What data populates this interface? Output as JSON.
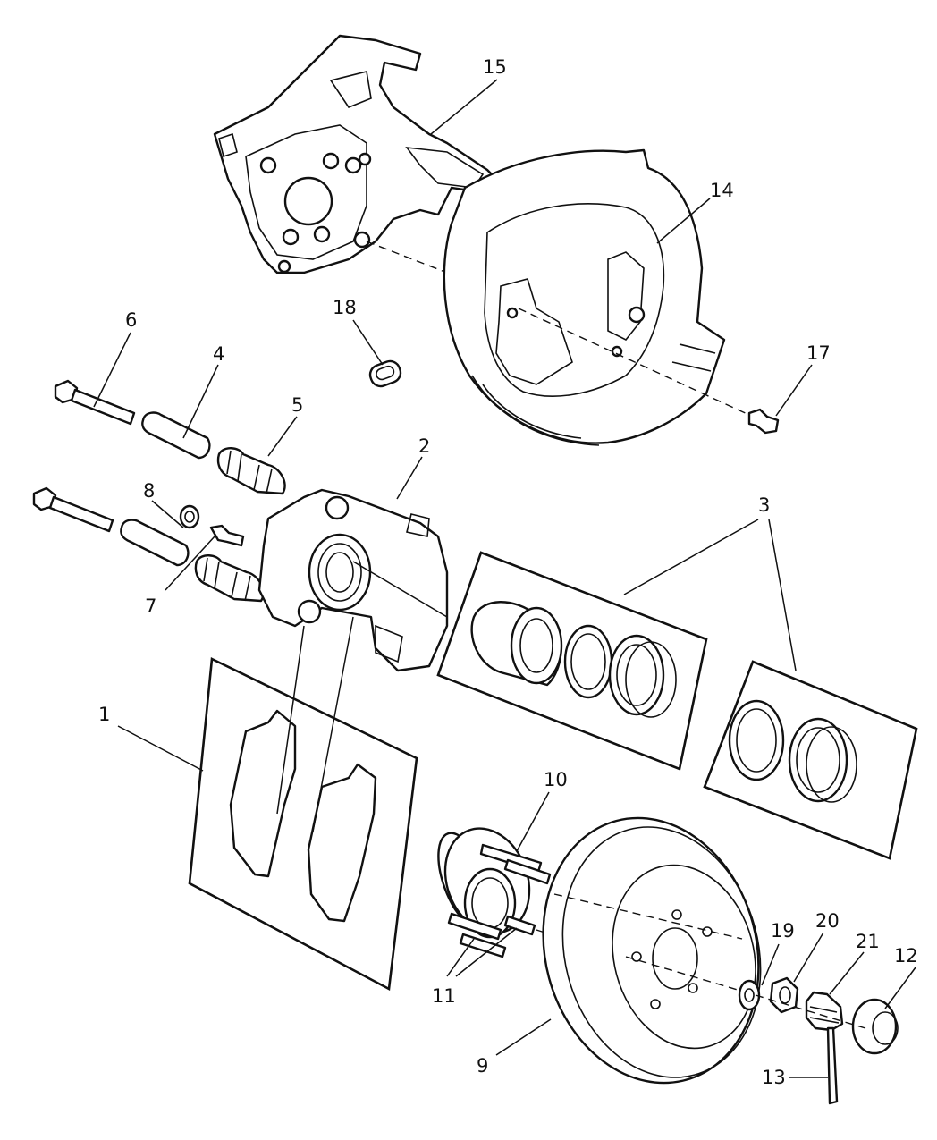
{
  "callouts": {
    "n1": "1",
    "n2": "2",
    "n3a": "3",
    "n4": "4",
    "n5": "5",
    "n6": "6",
    "n7": "7",
    "n8": "8",
    "n9": "9",
    "n10": "10",
    "n11": "11",
    "n12": "12",
    "n13": "13",
    "n14": "14",
    "n15": "15",
    "n17": "17",
    "n18": "18",
    "n19": "19",
    "n20": "20",
    "n21": "21"
  },
  "colors": {
    "line": "#111111",
    "background": "#ffffff"
  }
}
